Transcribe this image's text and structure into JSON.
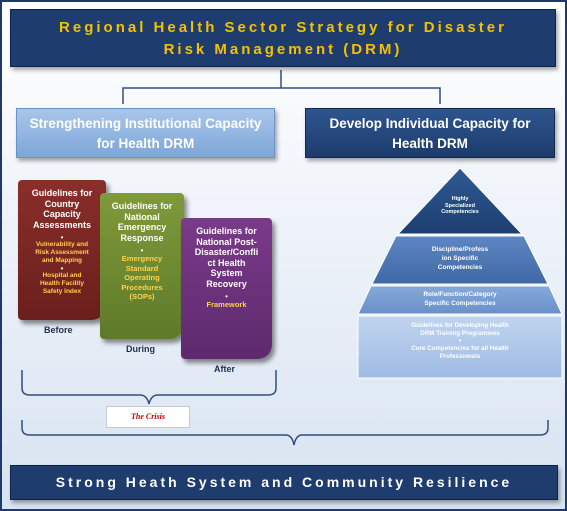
{
  "top_banner": {
    "line1": "Regional Health Sector Strategy for Disaster",
    "line2": "Risk Management (DRM)"
  },
  "left_heading": {
    "line1": "Strengthening Institutional Capacity",
    "line2": "for Health DRM"
  },
  "right_heading": {
    "line1": "Develop Individual Capacity for",
    "line2": "Health DRM"
  },
  "cards": [
    {
      "title": [
        "Guidelines for",
        "Country",
        "Capacity",
        "Assessments"
      ],
      "items": [
        "Vulnerability and",
        "Risk Assessment",
        "and Mapping",
        "Hospital and",
        "Health Facility",
        "Safety Index"
      ],
      "phase": "Before"
    },
    {
      "title": [
        "Guidelines for",
        "National",
        "Emergency",
        "Response"
      ],
      "items": [
        "Emergency",
        "Standard",
        "Operating",
        "Procedures",
        "(SOPs)"
      ],
      "phase": "During"
    },
    {
      "title": [
        "Guidelines for",
        "National Post-",
        "Disaster/Confli",
        "ct Health",
        "System",
        "Recovery"
      ],
      "items": [
        "Framework"
      ],
      "phase": "After"
    }
  ],
  "bullet": "•",
  "crisis_label": "The Crisis",
  "pyramid": {
    "level1": [
      "Highly",
      "Specialized",
      "Competencies"
    ],
    "level2": [
      "Discipline/Profess",
      "ion Specific",
      "Competencies"
    ],
    "level3": [
      "Role/Function/Category",
      "Specific Competencies"
    ],
    "level4": [
      "Guidelines for Developing Health",
      "DRM Training Programmes",
      "Core Competencies for all Health",
      "Professionals"
    ]
  },
  "bottom_banner": "Strong Heath System and Community Resilience",
  "colors": {
    "navy": "#1f3c6e",
    "gold": "#f2c200",
    "light_blue": "#8fb3e0",
    "card1": "#7a2724",
    "card2": "#6f8a32",
    "card3": "#6d337c"
  }
}
